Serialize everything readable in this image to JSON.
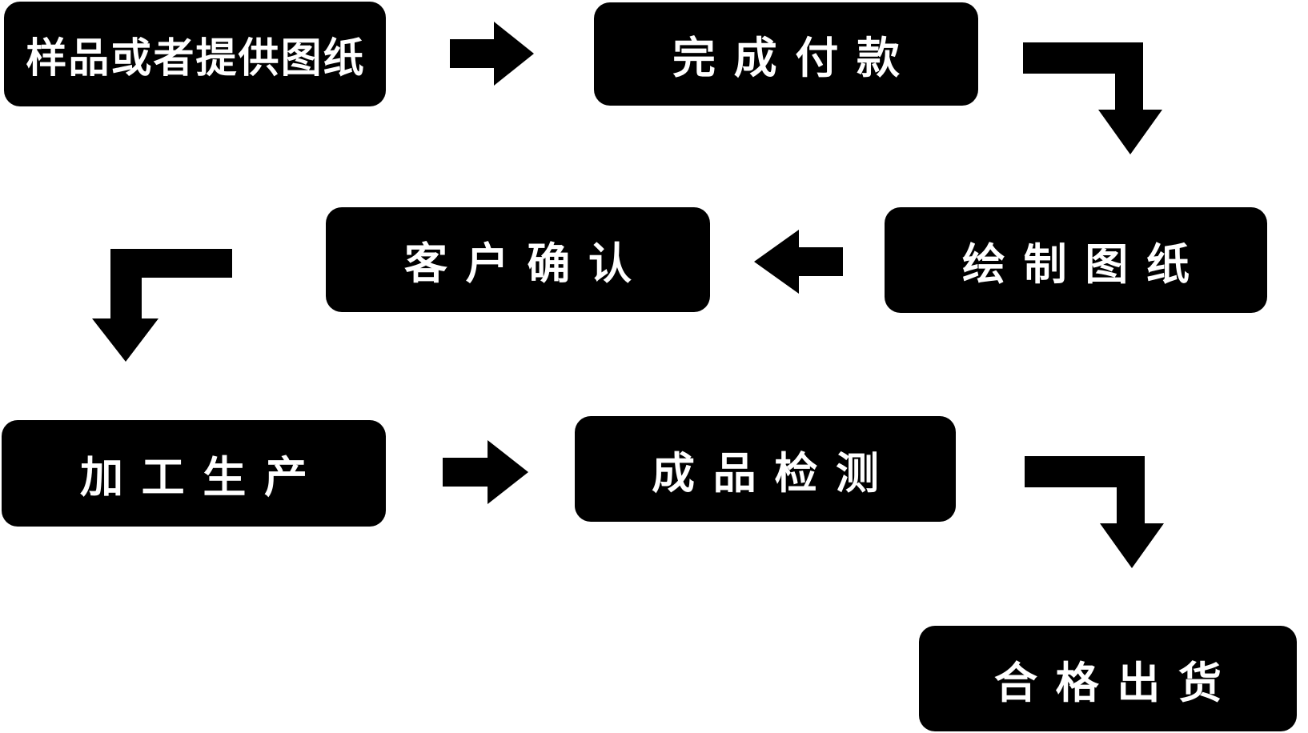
{
  "diagram": {
    "type": "flowchart",
    "background_color": "#ffffff",
    "node_style": {
      "fill": "#000000",
      "text_color": "#ffffff",
      "shape": "rounded-rectangle"
    },
    "arrow_color": "#000000",
    "nodes": [
      {
        "id": "sample",
        "label": "样品或者提供图纸"
      },
      {
        "id": "payment",
        "label": "完成付款"
      },
      {
        "id": "draw",
        "label": "绘制图纸"
      },
      {
        "id": "confirm",
        "label": "客户确认"
      },
      {
        "id": "production",
        "label": "加工生产"
      },
      {
        "id": "inspection",
        "label": "成品检测"
      },
      {
        "id": "shipment",
        "label": "合格出货"
      }
    ],
    "edges": [
      {
        "from": "sample",
        "to": "payment",
        "arrow": "right"
      },
      {
        "from": "payment",
        "to": "draw",
        "arrow": "elbow-right-down"
      },
      {
        "from": "draw",
        "to": "confirm",
        "arrow": "left"
      },
      {
        "from": "confirm",
        "to": "production",
        "arrow": "elbow-left-down"
      },
      {
        "from": "production",
        "to": "inspection",
        "arrow": "right"
      },
      {
        "from": "inspection",
        "to": "shipment",
        "arrow": "elbow-right-down"
      }
    ]
  }
}
